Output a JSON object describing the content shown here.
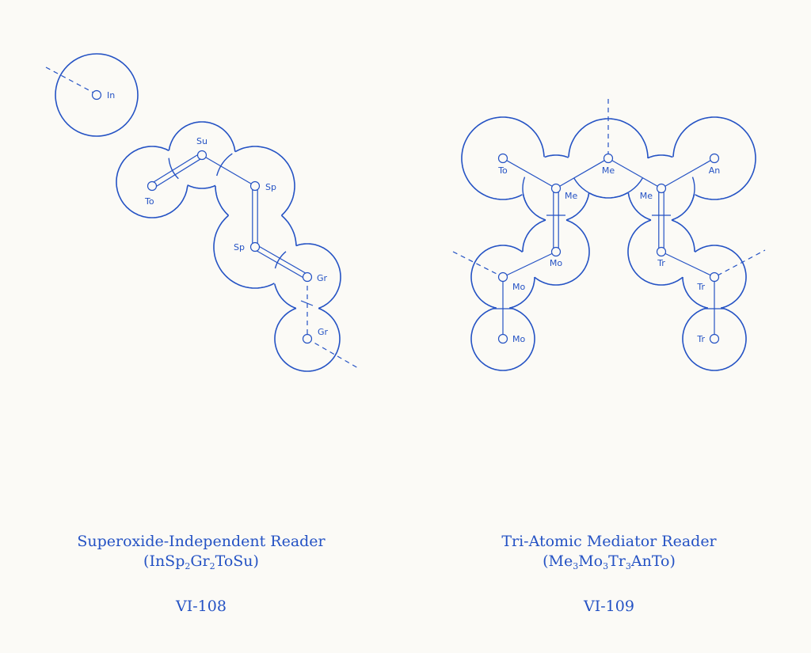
{
  "colors": {
    "background": "#fbfaf6",
    "ink": "#2452c4"
  },
  "left": {
    "name": "Superoxide-Independent Reader",
    "formula_parts": [
      {
        "t": "(InSp",
        "sub": false
      },
      {
        "t": "2",
        "sub": true
      },
      {
        "t": "Gr",
        "sub": false
      },
      {
        "t": "2",
        "sub": true
      },
      {
        "t": "ToSu)",
        "sub": false
      }
    ],
    "code": "VI-108",
    "atoms": [
      "In",
      "Su",
      "To",
      "Sp",
      "Sp",
      "Gr",
      "Gr"
    ]
  },
  "right": {
    "name": "Tri-Atomic Mediator Reader",
    "formula_parts": [
      {
        "t": "(Me",
        "sub": false
      },
      {
        "t": "3",
        "sub": true
      },
      {
        "t": "Mo",
        "sub": false
      },
      {
        "t": "3",
        "sub": true
      },
      {
        "t": "Tr",
        "sub": false
      },
      {
        "t": "3",
        "sub": true
      },
      {
        "t": "AnTo)",
        "sub": false
      }
    ],
    "code": "VI-109",
    "atoms": [
      "To",
      "Me",
      "An",
      "Me",
      "Me",
      "Mo",
      "Tr",
      "Mo",
      "Tr",
      "Mo",
      "Tr"
    ]
  }
}
